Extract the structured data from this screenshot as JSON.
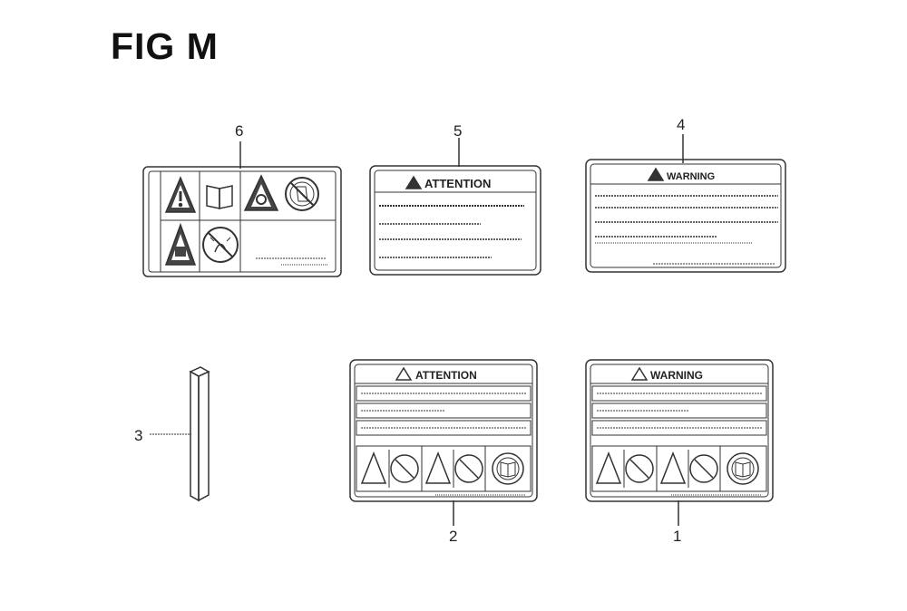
{
  "figure": {
    "title": "FIG M"
  },
  "callouts": [
    "1",
    "2",
    "3",
    "4",
    "5",
    "6"
  ],
  "labels": {
    "attention_word": "ATTENTION",
    "warning_word": "WARNING"
  },
  "colors": {
    "line": "#333333",
    "paper": "#ffffff"
  }
}
